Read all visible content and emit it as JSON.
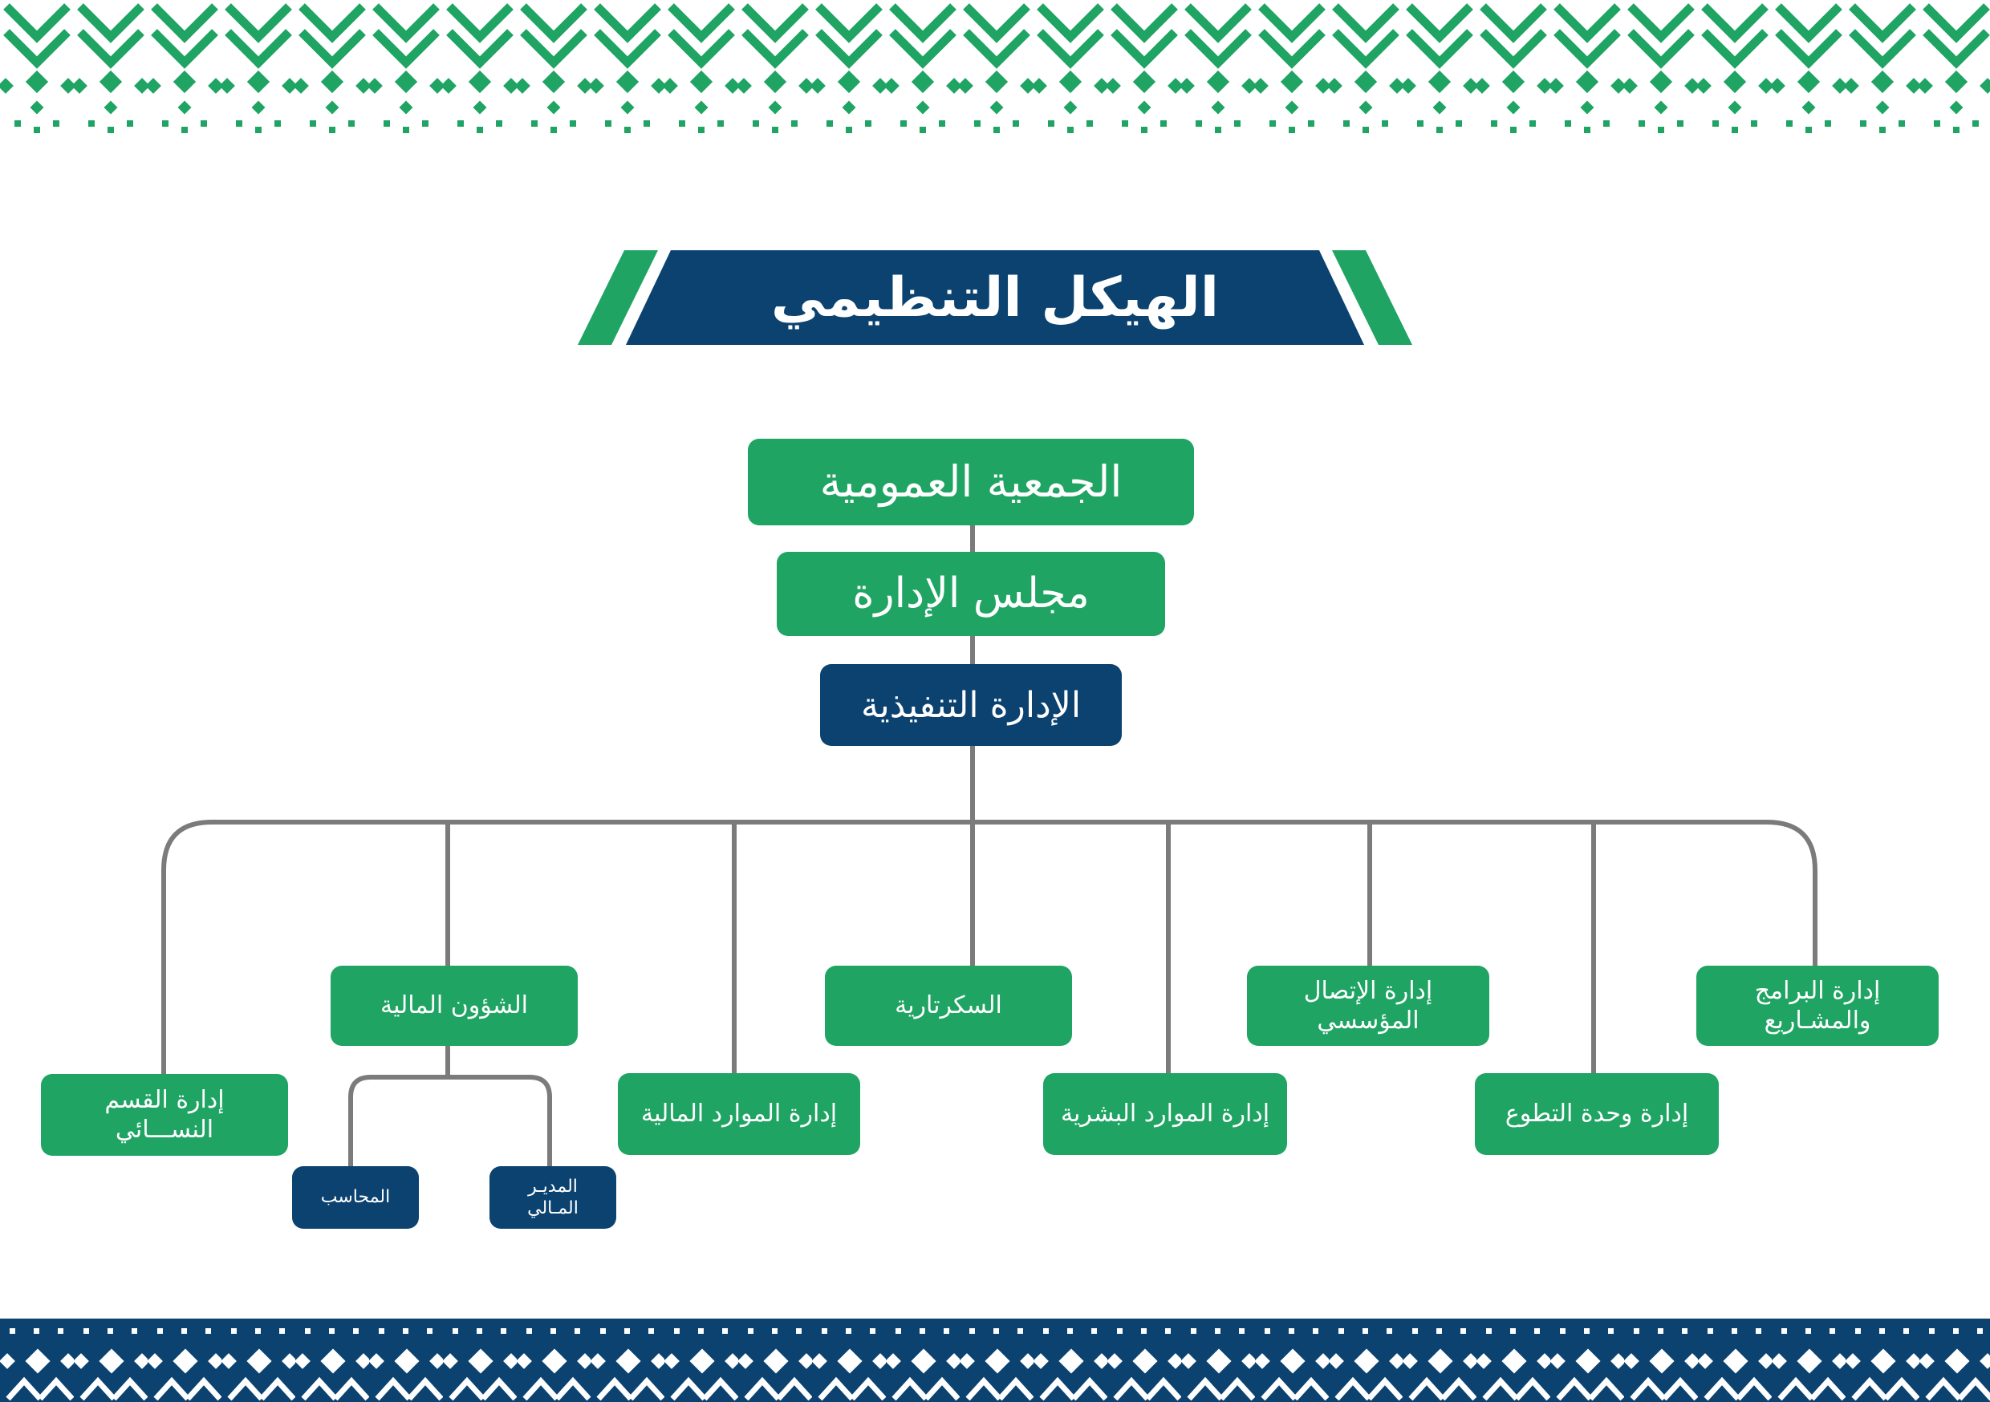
{
  "colors": {
    "green": "#1fa463",
    "navy": "#0b4270",
    "connector": "#7b7b7b"
  },
  "title": "الهيكل التنظيمي",
  "nodes": {
    "general_assembly": "الجمعية العمومية",
    "board": "مجلس الإدارة",
    "executive": "الإدارة التنفيذية",
    "programs": "إدارة البرامج والمشـاريع",
    "communication": "إدارة الإتصال المؤسسي",
    "secretariat": "السكرتارية",
    "financial_affairs": "الشؤون المالية",
    "volunteering": "إدارة وحدة التطوع",
    "human_resources": "إدارة الموارد البشرية",
    "financial_resources": "إدارة الموارد المالية",
    "women_section": "إدارة القسم النســـائي",
    "financial_manager": "المديـر المـالي",
    "accountant": "المحاسب"
  }
}
